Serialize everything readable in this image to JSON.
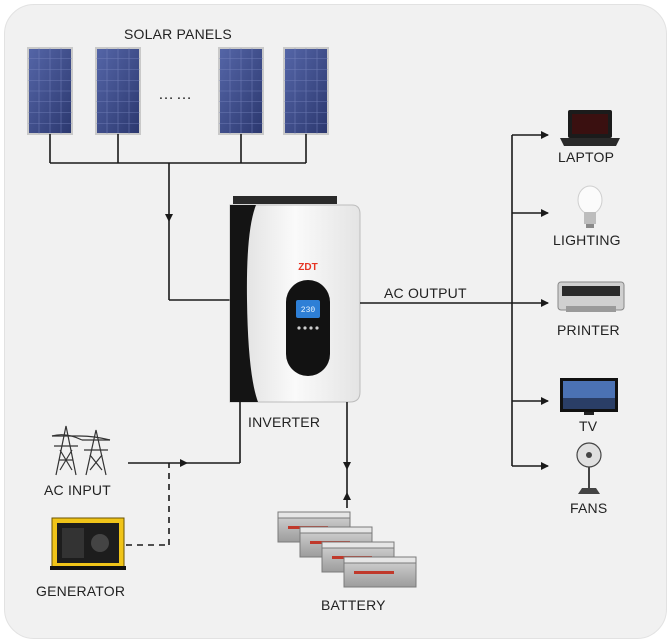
{
  "labels": {
    "solar_panels": "SOLAR PANELS",
    "ellipsis": "……",
    "inverter": "INVERTER",
    "ac_output": "AC OUTPUT",
    "ac_input": "AC INPUT",
    "generator": "GENERATOR",
    "battery": "BATTERY",
    "laptop": "LAPTOP",
    "lighting": "LIGHTING",
    "printer": "PRINTER",
    "tv": "TV",
    "fans": "FANS"
  },
  "inverter_brand": "ZDT",
  "inverter_screen": "230",
  "colors": {
    "background": "#f1f1f1",
    "line": "#1a1a1a",
    "panel_blue": "#3b4a8c",
    "inverter_body": "#f7f7f7",
    "inverter_front": "#141414",
    "brand_red": "#e63322",
    "screen_blue": "#2e7fd6",
    "battery_grey": "#b9b9b9",
    "battery_label": "#c0392b"
  }
}
